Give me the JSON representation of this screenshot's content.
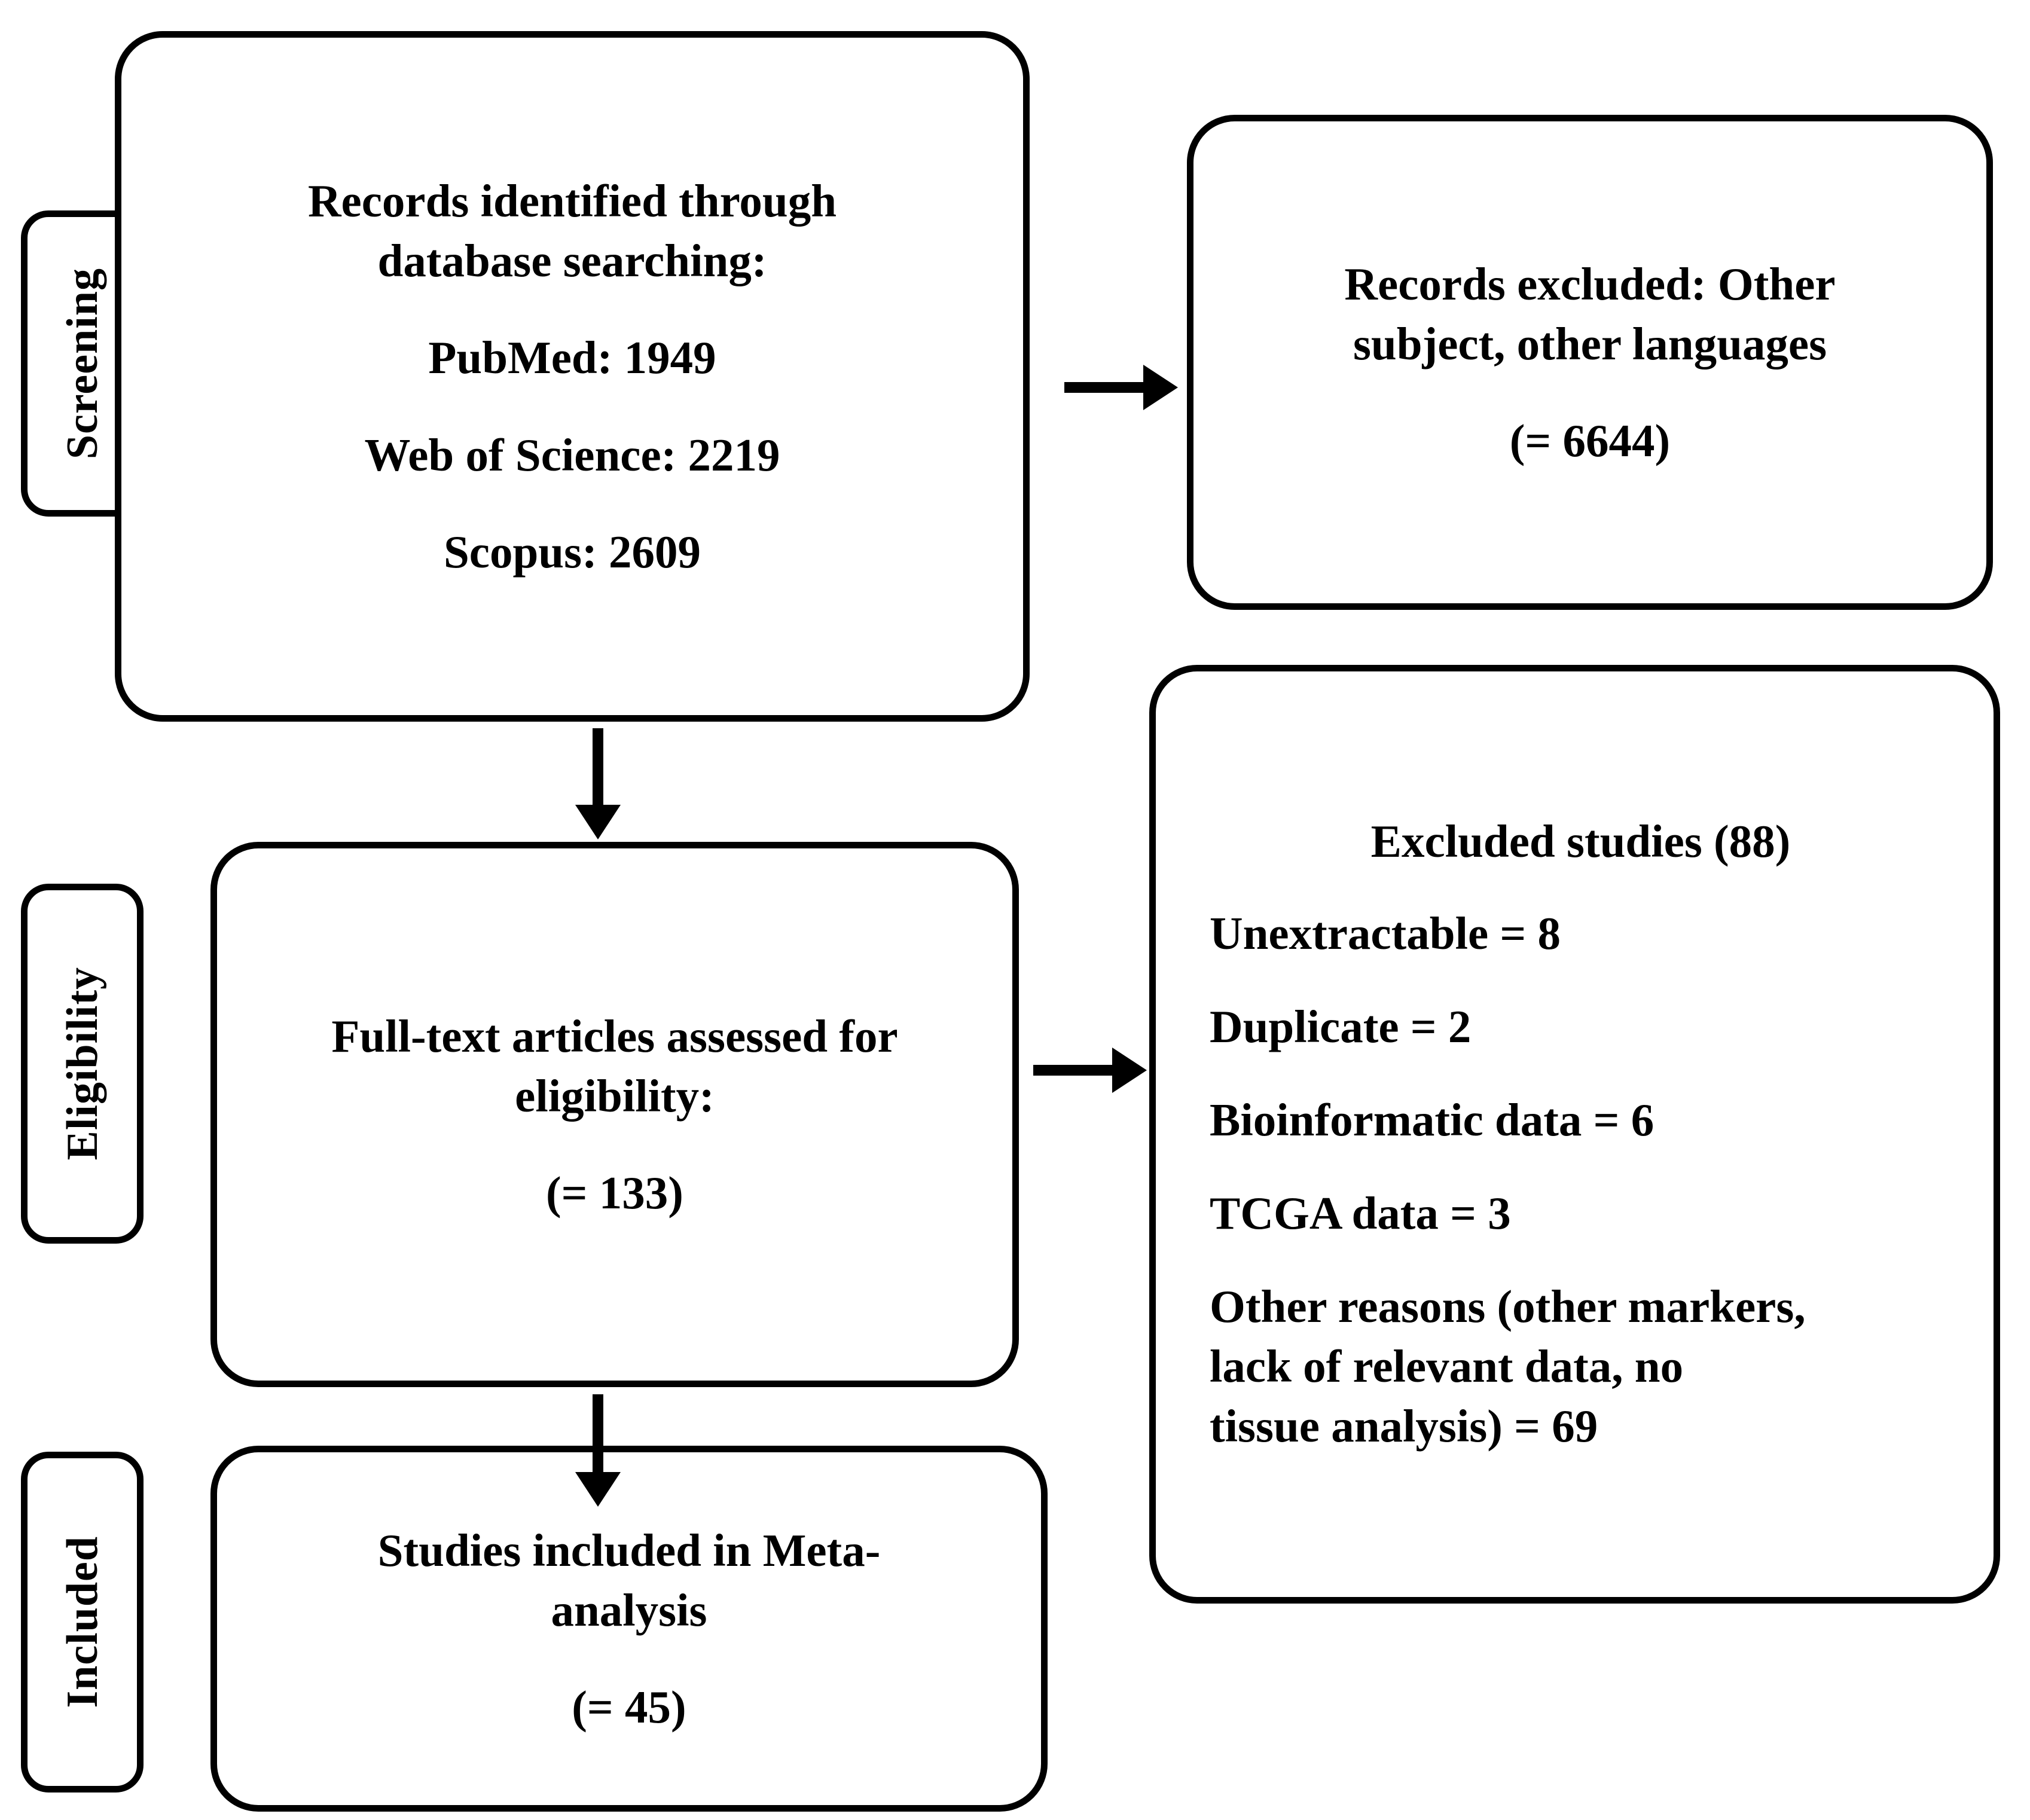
{
  "diagram": {
    "type": "prisma-flow-diagram",
    "title": "",
    "colors": {
      "stroke": "#000000",
      "background": "#ffffff",
      "text": "#000000"
    }
  },
  "stages": [
    {
      "id": "screening",
      "label": "Screening"
    },
    {
      "id": "eligibility",
      "label": "Eligibility"
    },
    {
      "id": "included",
      "label": "Included"
    }
  ],
  "boxes": {
    "records_identified": {
      "lines": [
        "Records identified through",
        "database searching:",
        "PubMed: 1949",
        "Web of Science: 2219",
        "Scopus: 2609"
      ],
      "sources": [
        {
          "name": "PubMed",
          "count": 1949
        },
        {
          "name": "Web of Science",
          "count": 2219
        },
        {
          "name": "Scopus",
          "count": 2609
        }
      ]
    },
    "records_excluded": {
      "lines": [
        "Records excluded: Other",
        "subject, other languages",
        "(= 6644)"
      ],
      "count": 6644
    },
    "full_text_assessed": {
      "lines": [
        "Full-text articles assessed for",
        "eligibility:",
        "(= 133)"
      ],
      "count": 133
    },
    "excluded_studies": {
      "heading": "Excluded studies (88)",
      "total": 88,
      "reasons": [
        {
          "label": "Unextractable = 8",
          "name": "Unextractable",
          "count": 8
        },
        {
          "label": "Duplicate = 2",
          "name": "Duplicate",
          "count": 2
        },
        {
          "label": "Bioinformatic data = 6",
          "name": "Bioinformatic data",
          "count": 6
        },
        {
          "label": "TCGA data = 3",
          "name": "TCGA data",
          "count": 3
        }
      ],
      "other_reason": {
        "line1": "Other reasons (other markers,",
        "line2": "lack of relevant data, no",
        "line3": "tissue analysis) = 69",
        "count": 69
      }
    },
    "studies_included": {
      "lines": [
        "Studies included in Meta-",
        "analysis",
        "(= 45)"
      ],
      "count": 45
    }
  },
  "arrows": [
    {
      "id": "identified-to-excluded",
      "direction": "right",
      "from": "records_identified",
      "to": "records_excluded"
    },
    {
      "id": "identified-to-fulltext",
      "direction": "down",
      "from": "records_identified",
      "to": "full_text_assessed"
    },
    {
      "id": "fulltext-to-excluded",
      "direction": "right",
      "from": "full_text_assessed",
      "to": "excluded_studies"
    },
    {
      "id": "fulltext-to-included",
      "direction": "down",
      "from": "full_text_assessed",
      "to": "studies_included"
    }
  ]
}
